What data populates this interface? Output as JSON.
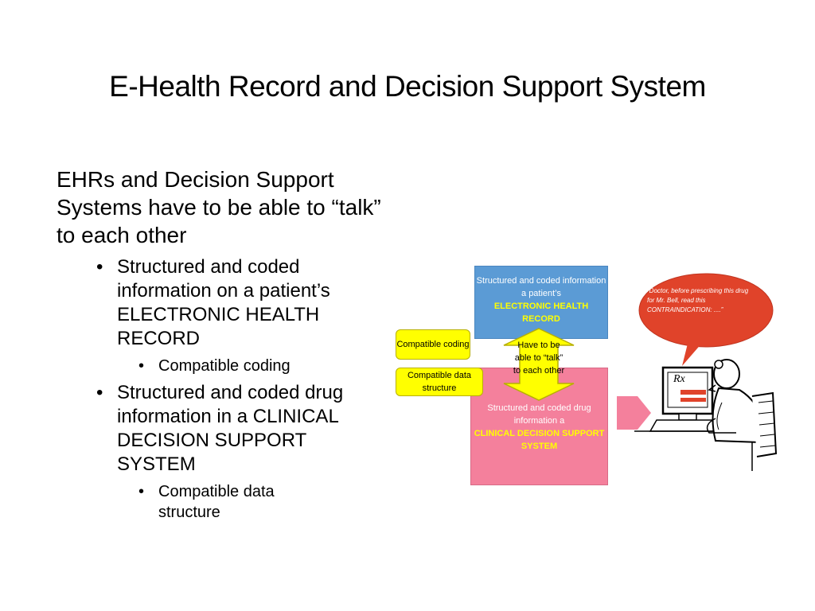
{
  "slide": {
    "title": "E-Health Record and Decision Support System"
  },
  "content": {
    "intro": "EHRs and Decision Support Systems have to be able to “talk” to each other",
    "bullet1": "Structured and coded information on a patient’s ELECTRONIC HEALTH RECORD",
    "bullet1_sub": "Compatible coding",
    "bullet2": "Structured and coded drug information in a CLINICAL DECISION SUPPORT SYSTEM",
    "bullet2_sub": "Compatible data structure"
  },
  "diagram": {
    "ehr_box_line1": "Structured and coded information a patient’s",
    "ehr_box_highlight": "ELECTRONIC HEALTH RECORD",
    "cdss_box_line1": "Structured and coded drug information a",
    "cdss_box_highlight": "CLINICAL DECISION SUPPORT SYSTEM",
    "label_compatible_coding": "Compatible coding",
    "label_compatible_data": "Compatible data structure",
    "arrow_text": "Have to be able to “talk” to each other",
    "speech_bubble": "“Doctor, before prescribing this drug for Mr. Bell, read this CONTRAINDICATION: ....”",
    "rx_symbol": "Rx",
    "colors": {
      "ehr_blue": "#5b9bd5",
      "cdss_pink": "#f4809c",
      "label_yellow": "#ffff00",
      "bubble_red": "#e0432a"
    }
  }
}
